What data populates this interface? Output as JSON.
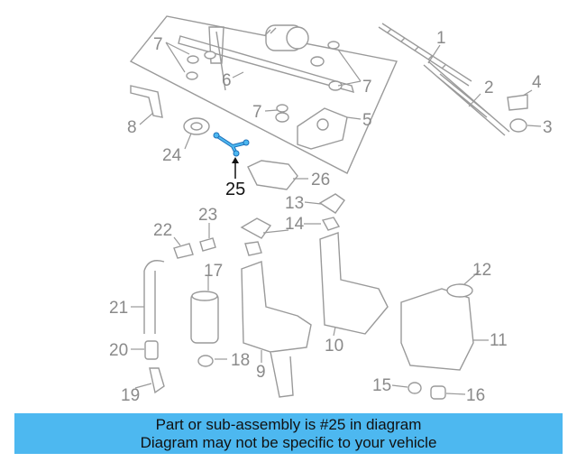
{
  "diagram": {
    "highlighted_part": "25",
    "highlight_color": "#4db8f0",
    "callouts": {
      "p1": "1",
      "p2": "2",
      "p3": "3",
      "p4": "4",
      "p5": "5",
      "p6": "6",
      "p7": "7",
      "p8": "8",
      "p9": "9",
      "p10": "10",
      "p11": "11",
      "p12": "12",
      "p13": "13",
      "p14": "14",
      "p15": "15",
      "p16": "16",
      "p17": "17",
      "p18": "18",
      "p19": "19",
      "p20": "20",
      "p21": "21",
      "p22": "22",
      "p23": "23",
      "p24": "24",
      "p25": "25",
      "p26": "26"
    }
  },
  "caption": {
    "line1": "Part or sub-assembly is #25 in diagram",
    "line2": "Diagram may not be specific to your vehicle",
    "background": "#4db8f0"
  }
}
